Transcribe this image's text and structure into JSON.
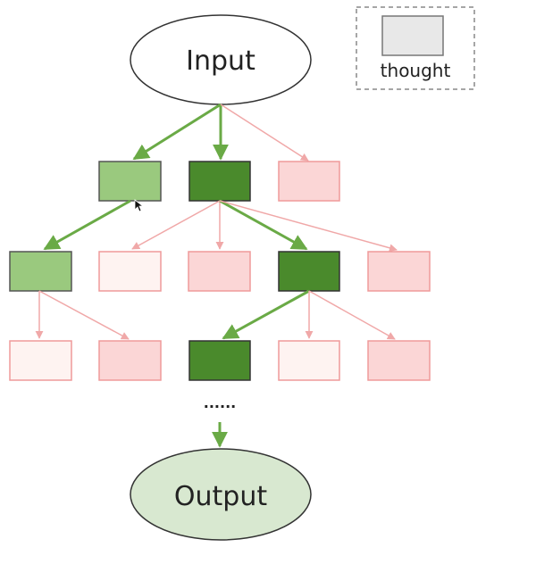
{
  "diagram": {
    "input_label": "Input",
    "output_label": "Output",
    "ellipsis": "......",
    "legend_label": "thought"
  },
  "colors": {
    "selected_green_dark": "#4a8a2c",
    "selected_green_light": "#9ac97e",
    "rejected_pink": "#fbd6d6",
    "rejected_pink_light": "#fef3f1",
    "rejected_border": "#ef9a9a",
    "output_fill": "#d8e8d0",
    "legend_box": "#e8e8e8",
    "arrow_green": "#6aaa46",
    "arrow_pink": "#f0a8a8"
  }
}
